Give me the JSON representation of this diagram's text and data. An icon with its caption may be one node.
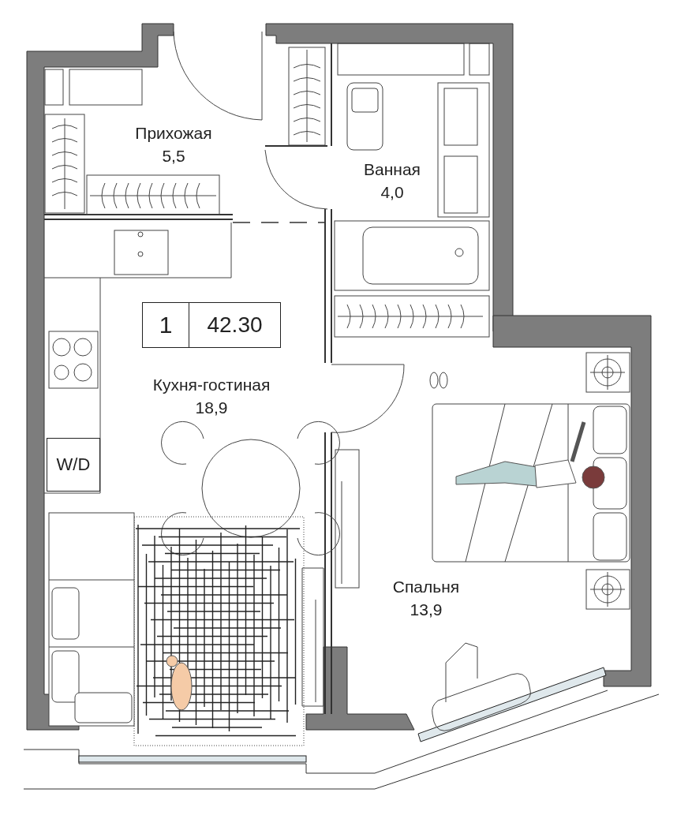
{
  "diagram": {
    "nodes": [
      {
        "text": [
          "1",
          "42.30"
        ]
      },
      {
        "text": [
          "W/D"
        ]
      }
    ],
    "labels": [
      "Прихожая",
      "5,5",
      "Ванная",
      "4,0",
      "Кухня-гостиная",
      "18,9",
      "Спальня",
      "13,9"
    ]
  }
}
